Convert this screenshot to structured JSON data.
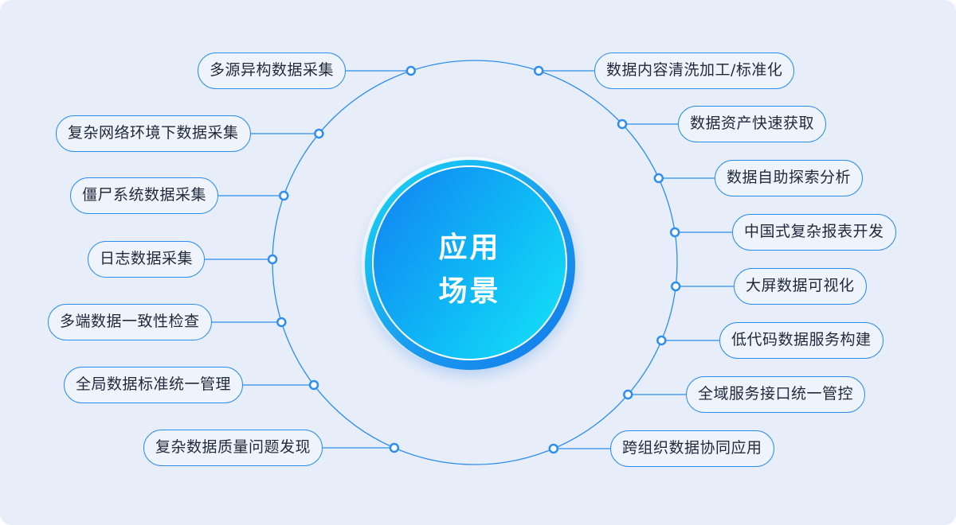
{
  "center": {
    "line1": "应用",
    "line2": "场景"
  },
  "colors": {
    "accent": "#2c8ef0",
    "background": "#e8eef9"
  },
  "left_items": [
    "多源异构数据采集",
    "复杂网络环境下数据采集",
    "僵尸系统数据采集",
    "日志数据采集",
    "多端数据一致性检查",
    "全局数据标准统一管理",
    "复杂数据质量问题发现"
  ],
  "right_items": [
    "数据内容清洗加工/标准化",
    "数据资产快速获取",
    "数据自助探索分析",
    "中国式复杂报表开发",
    "大屏数据可视化",
    "低代码数据服务构建",
    "全域服务接口统一管控",
    "跨组织数据协同应用"
  ]
}
